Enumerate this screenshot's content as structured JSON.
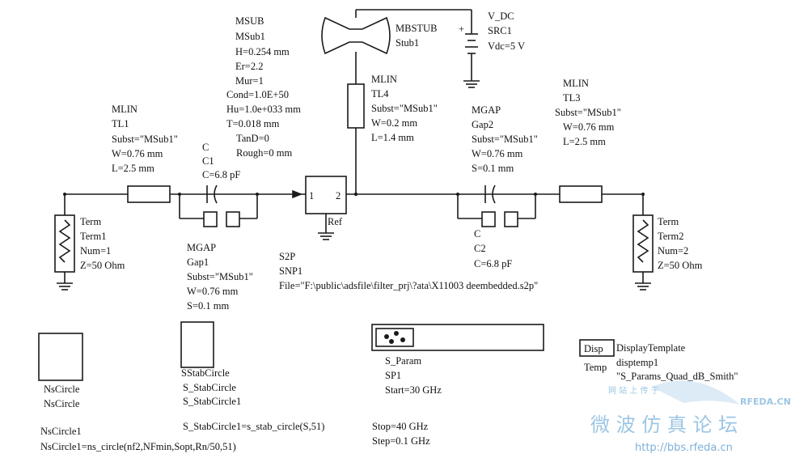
{
  "colors": {
    "ink": "#111111",
    "wire": "#1a1a1a",
    "watermark": "#9cc6e4",
    "watermark_dark": "#7fb0d8"
  },
  "components": {
    "msub": {
      "lines": [
        "MSUB",
        "MSub1",
        "H=0.254 mm",
        "Er=2.2",
        "Mur=1",
        "Cond=1.0E+50",
        "Hu=1.0e+033 mm",
        "T=0.018 mm",
        "TanD=0",
        "Rough=0 mm"
      ]
    },
    "mbstub": {
      "lines": [
        "MBSTUB",
        "Stub1"
      ]
    },
    "vdc": {
      "lines": [
        "V_DC",
        "SRC1",
        "Vdc=5 V"
      ]
    },
    "tl4": {
      "lines": [
        "MLIN",
        "TL4",
        "Subst=\"MSub1\"",
        "W=0.2 mm",
        "L=1.4 mm"
      ]
    },
    "tl1": {
      "lines": [
        "MLIN",
        "TL1",
        "Subst=\"MSub1\"",
        "W=0.76 mm",
        "L=2.5 mm"
      ]
    },
    "c1": {
      "lines": [
        "C",
        "C1",
        "C=6.8 pF"
      ]
    },
    "gap2": {
      "lines": [
        "MGAP",
        "Gap2",
        "Subst=\"MSub1\"",
        "W=0.76 mm",
        "S=0.1 mm"
      ]
    },
    "tl3": {
      "lines": [
        "MLIN",
        "TL3",
        "Subst=\"MSub1\"",
        "W=0.76 mm",
        "L=2.5 mm"
      ]
    },
    "term1": {
      "lines": [
        "Term",
        "Term1",
        "Num=1",
        "Z=50 Ohm"
      ]
    },
    "term2": {
      "lines": [
        "Term",
        "Term2",
        "Num=2",
        "Z=50 Ohm"
      ]
    },
    "gap1": {
      "lines": [
        "MGAP",
        "Gap1",
        "Subst=\"MSub1\"",
        "W=0.76 mm",
        "S=0.1 mm"
      ]
    },
    "s2p": {
      "lines": [
        "S2P",
        "SNP1",
        "File=\"F:\\public\\adsfile\\filter_prj\\?ata\\X11003 deembedded.s2p\""
      ],
      "pin1": "1",
      "pin2": "2",
      "ref": "Ref"
    },
    "c2": {
      "lines": [
        "C",
        "C2",
        "C=6.8 pF"
      ]
    },
    "nscircle_block": {
      "lines": [
        "NsCircle",
        "NsCircle"
      ]
    },
    "nscircle_eq": {
      "lines": [
        "NsCircle1",
        "NsCircle1=ns_circle(nf2,NFmin,Sopt,Rn/50,51)"
      ]
    },
    "sstab_block": {
      "lines": [
        "SStabCircle",
        "S_StabCircle",
        "S_StabCircle1"
      ]
    },
    "sstab_eq": {
      "lines": [
        "S_StabCircle1=s_stab_circle(S,51)"
      ]
    },
    "sparam": {
      "lines": [
        "S_Param",
        "SP1",
        "Start=30 GHz"
      ]
    },
    "sparam_more": {
      "lines": [
        "Stop=40 GHz",
        "Step=0.1 GHz"
      ]
    },
    "disp": {
      "box_label": "Disp",
      "temp_label": "Temp",
      "lines": [
        "DisplayTemplate",
        "disptemp1",
        "\"S_Params_Quad_dB_Smith\""
      ]
    }
  },
  "watermark": {
    "site": "RFEDA.CN",
    "small_chinese": "网 站 上 传 于",
    "chinese": "微 波 仿 真 论 坛",
    "url": "http://bbs.rfeda.cn"
  }
}
